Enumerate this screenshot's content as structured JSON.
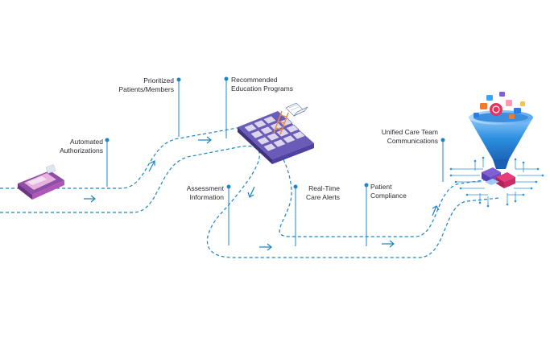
{
  "labels": {
    "automated_authorizations": "Automated\nAuthorizations",
    "prioritized_patients": "Prioritized\nPatients/Members",
    "recommended_education": "Recommended\nEducation Programs",
    "assessment_information": "Assessment\nInformation",
    "real_time_alerts": "Real-Time\nCare Alerts",
    "patient_compliance": "Patient\nCompliance",
    "unified_care_team": "Unified Care Team\nCommunications"
  },
  "colors": {
    "flow_line": "#1a86c8",
    "label_text": "#2a2a35",
    "funnel_blue": "#2c8fe0",
    "tablet_purple": "#5a4a9e",
    "card_reader_pink": "#c86ab4"
  },
  "icons": [
    "card-reader-icon",
    "tablet-education-icon",
    "funnel-icon",
    "circuit-board-icon"
  ]
}
